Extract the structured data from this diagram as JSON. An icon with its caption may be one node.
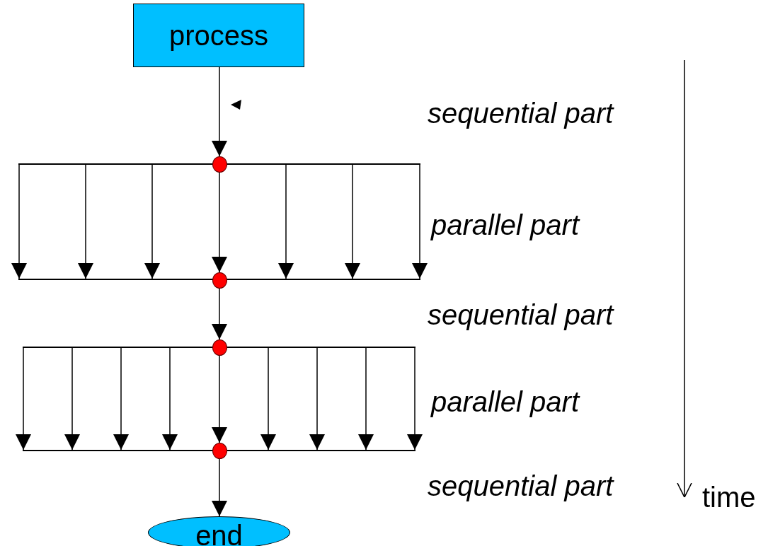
{
  "diagram": {
    "nodes": [
      {
        "text": [
          "process"
        ]
      },
      {
        "text": [],
        "shape": "bar"
      },
      {
        "text": [],
        "shape": "circle"
      },
      {
        "text": [],
        "shape": "bar"
      },
      {
        "text": [],
        "shape": "circle"
      },
      {
        "text": [],
        "shape": "bar"
      },
      {
        "text": [],
        "shape": "circle"
      },
      {
        "text": [],
        "shape": "bar"
      },
      {
        "text": [],
        "shape": "circle"
      },
      {
        "text": [
          "end"
        ]
      }
    ],
    "edges": [
      {
        "from": 0,
        "to": 2,
        "arrow": "to"
      },
      {
        "from": 1,
        "to": 3,
        "arrow": "to"
      },
      {
        "from": 1,
        "to": 3,
        "arrow": "to"
      },
      {
        "from": 1,
        "to": 3,
        "arrow": "to"
      },
      {
        "from": 1,
        "to": 3,
        "arrow": "to"
      },
      {
        "from": 1,
        "to": 3,
        "arrow": "to"
      },
      {
        "from": 1,
        "to": 3,
        "arrow": "to"
      },
      {
        "from": 2,
        "to": 4,
        "arrow": "to"
      },
      {
        "from": 4,
        "to": 6,
        "arrow": "to"
      },
      {
        "from": 5,
        "to": 7,
        "arrow": "to"
      },
      {
        "from": 5,
        "to": 7,
        "arrow": "to"
      },
      {
        "from": 5,
        "to": 7,
        "arrow": "to"
      },
      {
        "from": 5,
        "to": 7,
        "arrow": "to"
      },
      {
        "from": 5,
        "to": 7,
        "arrow": "to"
      },
      {
        "from": 5,
        "to": 7,
        "arrow": "to"
      },
      {
        "from": 5,
        "to": 7,
        "arrow": "to"
      },
      {
        "from": 5,
        "to": 7,
        "arrow": "to"
      },
      {
        "from": 6,
        "to": 8,
        "arrow": "to"
      },
      {
        "from": 8,
        "to": 9,
        "arrow": "to"
      }
    ],
    "labels": [
      "sequential part",
      "parallel part",
      "sequential part",
      "parallel part",
      "sequential part",
      "time"
    ]
  }
}
